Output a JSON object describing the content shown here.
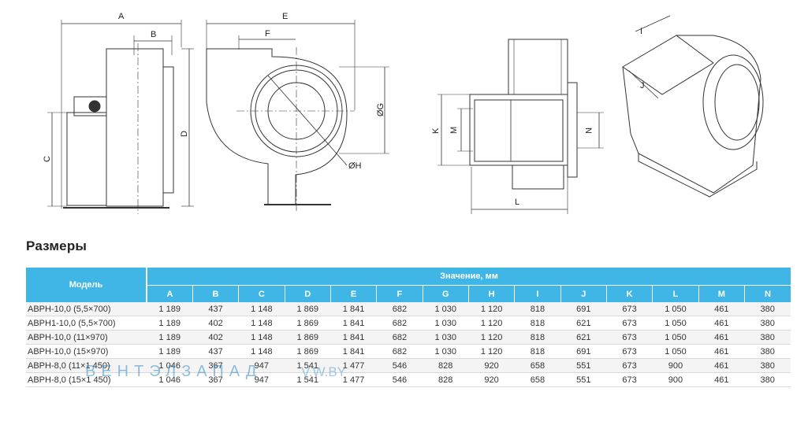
{
  "drawing_labels": {
    "A": "A",
    "B": "B",
    "C": "C",
    "D": "D",
    "E": "E",
    "F": "F",
    "G": "ØG",
    "H": "ØH",
    "K": "K",
    "M": "M",
    "N": "N",
    "L": "L",
    "I": "I",
    "J": "J"
  },
  "section_title": "Размеры",
  "table": {
    "model_header": "Модель",
    "value_header": "Значение, мм",
    "columns": [
      "A",
      "B",
      "C",
      "D",
      "E",
      "F",
      "G",
      "H",
      "I",
      "J",
      "K",
      "L",
      "M",
      "N"
    ],
    "rows": [
      {
        "model": "АВРН-10,0 (5,5×700)",
        "values": [
          "1 189",
          "437",
          "1 148",
          "1 869",
          "1 841",
          "682",
          "1 030",
          "1 120",
          "818",
          "691",
          "673",
          "1 050",
          "461",
          "380"
        ]
      },
      {
        "model": "АВРН1-10,0 (5,5×700)",
        "values": [
          "1 189",
          "402",
          "1 148",
          "1 869",
          "1 841",
          "682",
          "1 030",
          "1 120",
          "818",
          "621",
          "673",
          "1 050",
          "461",
          "380"
        ]
      },
      {
        "model": "АВРН-10,0 (11×970)",
        "values": [
          "1 189",
          "402",
          "1 148",
          "1 869",
          "1 841",
          "682",
          "1 030",
          "1 120",
          "818",
          "621",
          "673",
          "1 050",
          "461",
          "380"
        ]
      },
      {
        "model": "АВРН-10,0 (15×970)",
        "values": [
          "1 189",
          "437",
          "1 148",
          "1 869",
          "1 841",
          "682",
          "1 030",
          "1 120",
          "818",
          "691",
          "673",
          "1 050",
          "461",
          "380"
        ]
      },
      {
        "model": "АВРН-8,0 (11×1 450)",
        "values": [
          "1 046",
          "367",
          "947",
          "1 541",
          "1 477",
          "546",
          "828",
          "920",
          "658",
          "551",
          "673",
          "900",
          "461",
          "380"
        ]
      },
      {
        "model": "АВРН-8,0 (15×1 450)",
        "values": [
          "1 046",
          "367",
          "947",
          "1 541",
          "1 477",
          "546",
          "828",
          "920",
          "658",
          "551",
          "673",
          "900",
          "461",
          "380"
        ]
      }
    ]
  },
  "watermark": {
    "text": "ВЕНТЭЛЗАПАД",
    "suffix": "V.W.BY"
  }
}
